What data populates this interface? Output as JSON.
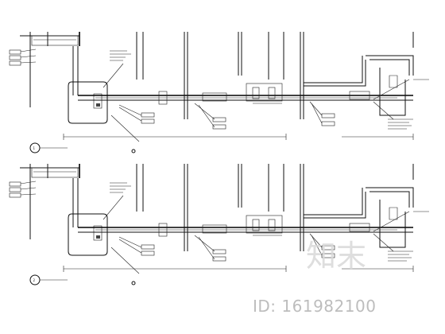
{
  "sections": [
    {
      "number": "1",
      "title": "",
      "scale": "",
      "labels": [
        "",
        "",
        "",
        ""
      ]
    },
    {
      "number": "2",
      "title": "",
      "scale": "",
      "labels": [
        "",
        "",
        "",
        ""
      ]
    }
  ],
  "watermark": {
    "logo_text": "知末",
    "id_text": "ID: 161982100"
  }
}
